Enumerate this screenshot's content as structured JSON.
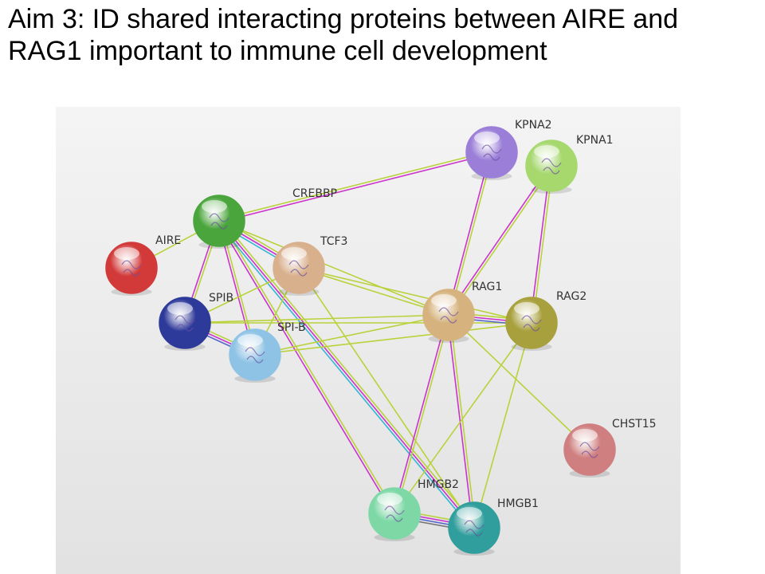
{
  "title": "Aim 3: ID shared interacting proteins between AIRE and RAG1 important to immune cell development",
  "network": {
    "edge_colors": {
      "green": "#b9d23a",
      "magenta": "#cc33cc",
      "cyan": "#33b6d6",
      "blue": "#5566cc",
      "gray": "#777777"
    },
    "nodes": [
      {
        "id": "CREBBP",
        "label": "CREBBP",
        "color": "#4aa53c"
      },
      {
        "id": "AIRE",
        "label": "AIRE",
        "color": "#d23a3a"
      },
      {
        "id": "TCF3",
        "label": "TCF3",
        "color": "#d9b08c"
      },
      {
        "id": "SPIB",
        "label": "SPIB",
        "color": "#2e3a9a"
      },
      {
        "id": "SPI-B",
        "label": "SPI-B",
        "color": "#8ec3e6"
      },
      {
        "id": "KPNA2",
        "label": "KPNA2",
        "color": "#9b7ed8"
      },
      {
        "id": "KPNA1",
        "label": "KPNA1",
        "color": "#a6d86e"
      },
      {
        "id": "RAG1",
        "label": "RAG1",
        "color": "#d6b37e"
      },
      {
        "id": "RAG2",
        "label": "RAG2",
        "color": "#a8a03c"
      },
      {
        "id": "CHST15",
        "label": "CHST15",
        "color": "#cf7f7f"
      },
      {
        "id": "HMGB2",
        "label": "HMGB2",
        "color": "#7dd8a6"
      },
      {
        "id": "HMGB1",
        "label": "HMGB1",
        "color": "#2f9e9c"
      }
    ],
    "edges": [
      {
        "from": "CREBBP",
        "to": "AIRE",
        "colors": [
          "green"
        ]
      },
      {
        "from": "CREBBP",
        "to": "KPNA2",
        "colors": [
          "green",
          "magenta"
        ]
      },
      {
        "from": "CREBBP",
        "to": "TCF3",
        "colors": [
          "green",
          "magenta",
          "cyan"
        ]
      },
      {
        "from": "CREBBP",
        "to": "SPIB",
        "colors": [
          "green",
          "magenta"
        ]
      },
      {
        "from": "CREBBP",
        "to": "SPI-B",
        "colors": [
          "green",
          "magenta"
        ]
      },
      {
        "from": "CREBBP",
        "to": "RAG1",
        "colors": [
          "green"
        ]
      },
      {
        "from": "CREBBP",
        "to": "HMGB2",
        "colors": [
          "green",
          "magenta"
        ]
      },
      {
        "from": "CREBBP",
        "to": "HMGB1",
        "colors": [
          "green",
          "magenta",
          "cyan"
        ]
      },
      {
        "from": "TCF3",
        "to": "SPIB",
        "colors": [
          "green"
        ]
      },
      {
        "from": "TCF3",
        "to": "SPI-B",
        "colors": [
          "green"
        ]
      },
      {
        "from": "TCF3",
        "to": "RAG1",
        "colors": [
          "green"
        ]
      },
      {
        "from": "TCF3",
        "to": "RAG2",
        "colors": [
          "green"
        ]
      },
      {
        "from": "TCF3",
        "to": "HMGB1",
        "colors": [
          "green"
        ]
      },
      {
        "from": "SPIB",
        "to": "SPI-B",
        "colors": [
          "green",
          "magenta",
          "blue"
        ]
      },
      {
        "from": "SPIB",
        "to": "RAG1",
        "colors": [
          "green"
        ]
      },
      {
        "from": "SPIB",
        "to": "RAG2",
        "colors": [
          "green"
        ]
      },
      {
        "from": "SPI-B",
        "to": "RAG1",
        "colors": [
          "green"
        ]
      },
      {
        "from": "SPI-B",
        "to": "RAG2",
        "colors": [
          "green"
        ]
      },
      {
        "from": "KPNA2",
        "to": "RAG1",
        "colors": [
          "green",
          "magenta"
        ]
      },
      {
        "from": "KPNA1",
        "to": "RAG1",
        "colors": [
          "green",
          "magenta"
        ]
      },
      {
        "from": "KPNA1",
        "to": "RAG2",
        "colors": [
          "green",
          "magenta"
        ]
      },
      {
        "from": "RAG1",
        "to": "RAG2",
        "colors": [
          "green",
          "magenta",
          "blue"
        ]
      },
      {
        "from": "RAG1",
        "to": "CHST15",
        "colors": [
          "green"
        ]
      },
      {
        "from": "RAG1",
        "to": "HMGB2",
        "colors": [
          "green",
          "magenta"
        ]
      },
      {
        "from": "RAG1",
        "to": "HMGB1",
        "colors": [
          "green",
          "magenta"
        ]
      },
      {
        "from": "RAG2",
        "to": "HMGB2",
        "colors": [
          "green"
        ]
      },
      {
        "from": "RAG2",
        "to": "HMGB1",
        "colors": [
          "green"
        ]
      },
      {
        "from": "HMGB2",
        "to": "HMGB1",
        "colors": [
          "green",
          "magenta",
          "blue",
          "gray"
        ]
      }
    ]
  }
}
